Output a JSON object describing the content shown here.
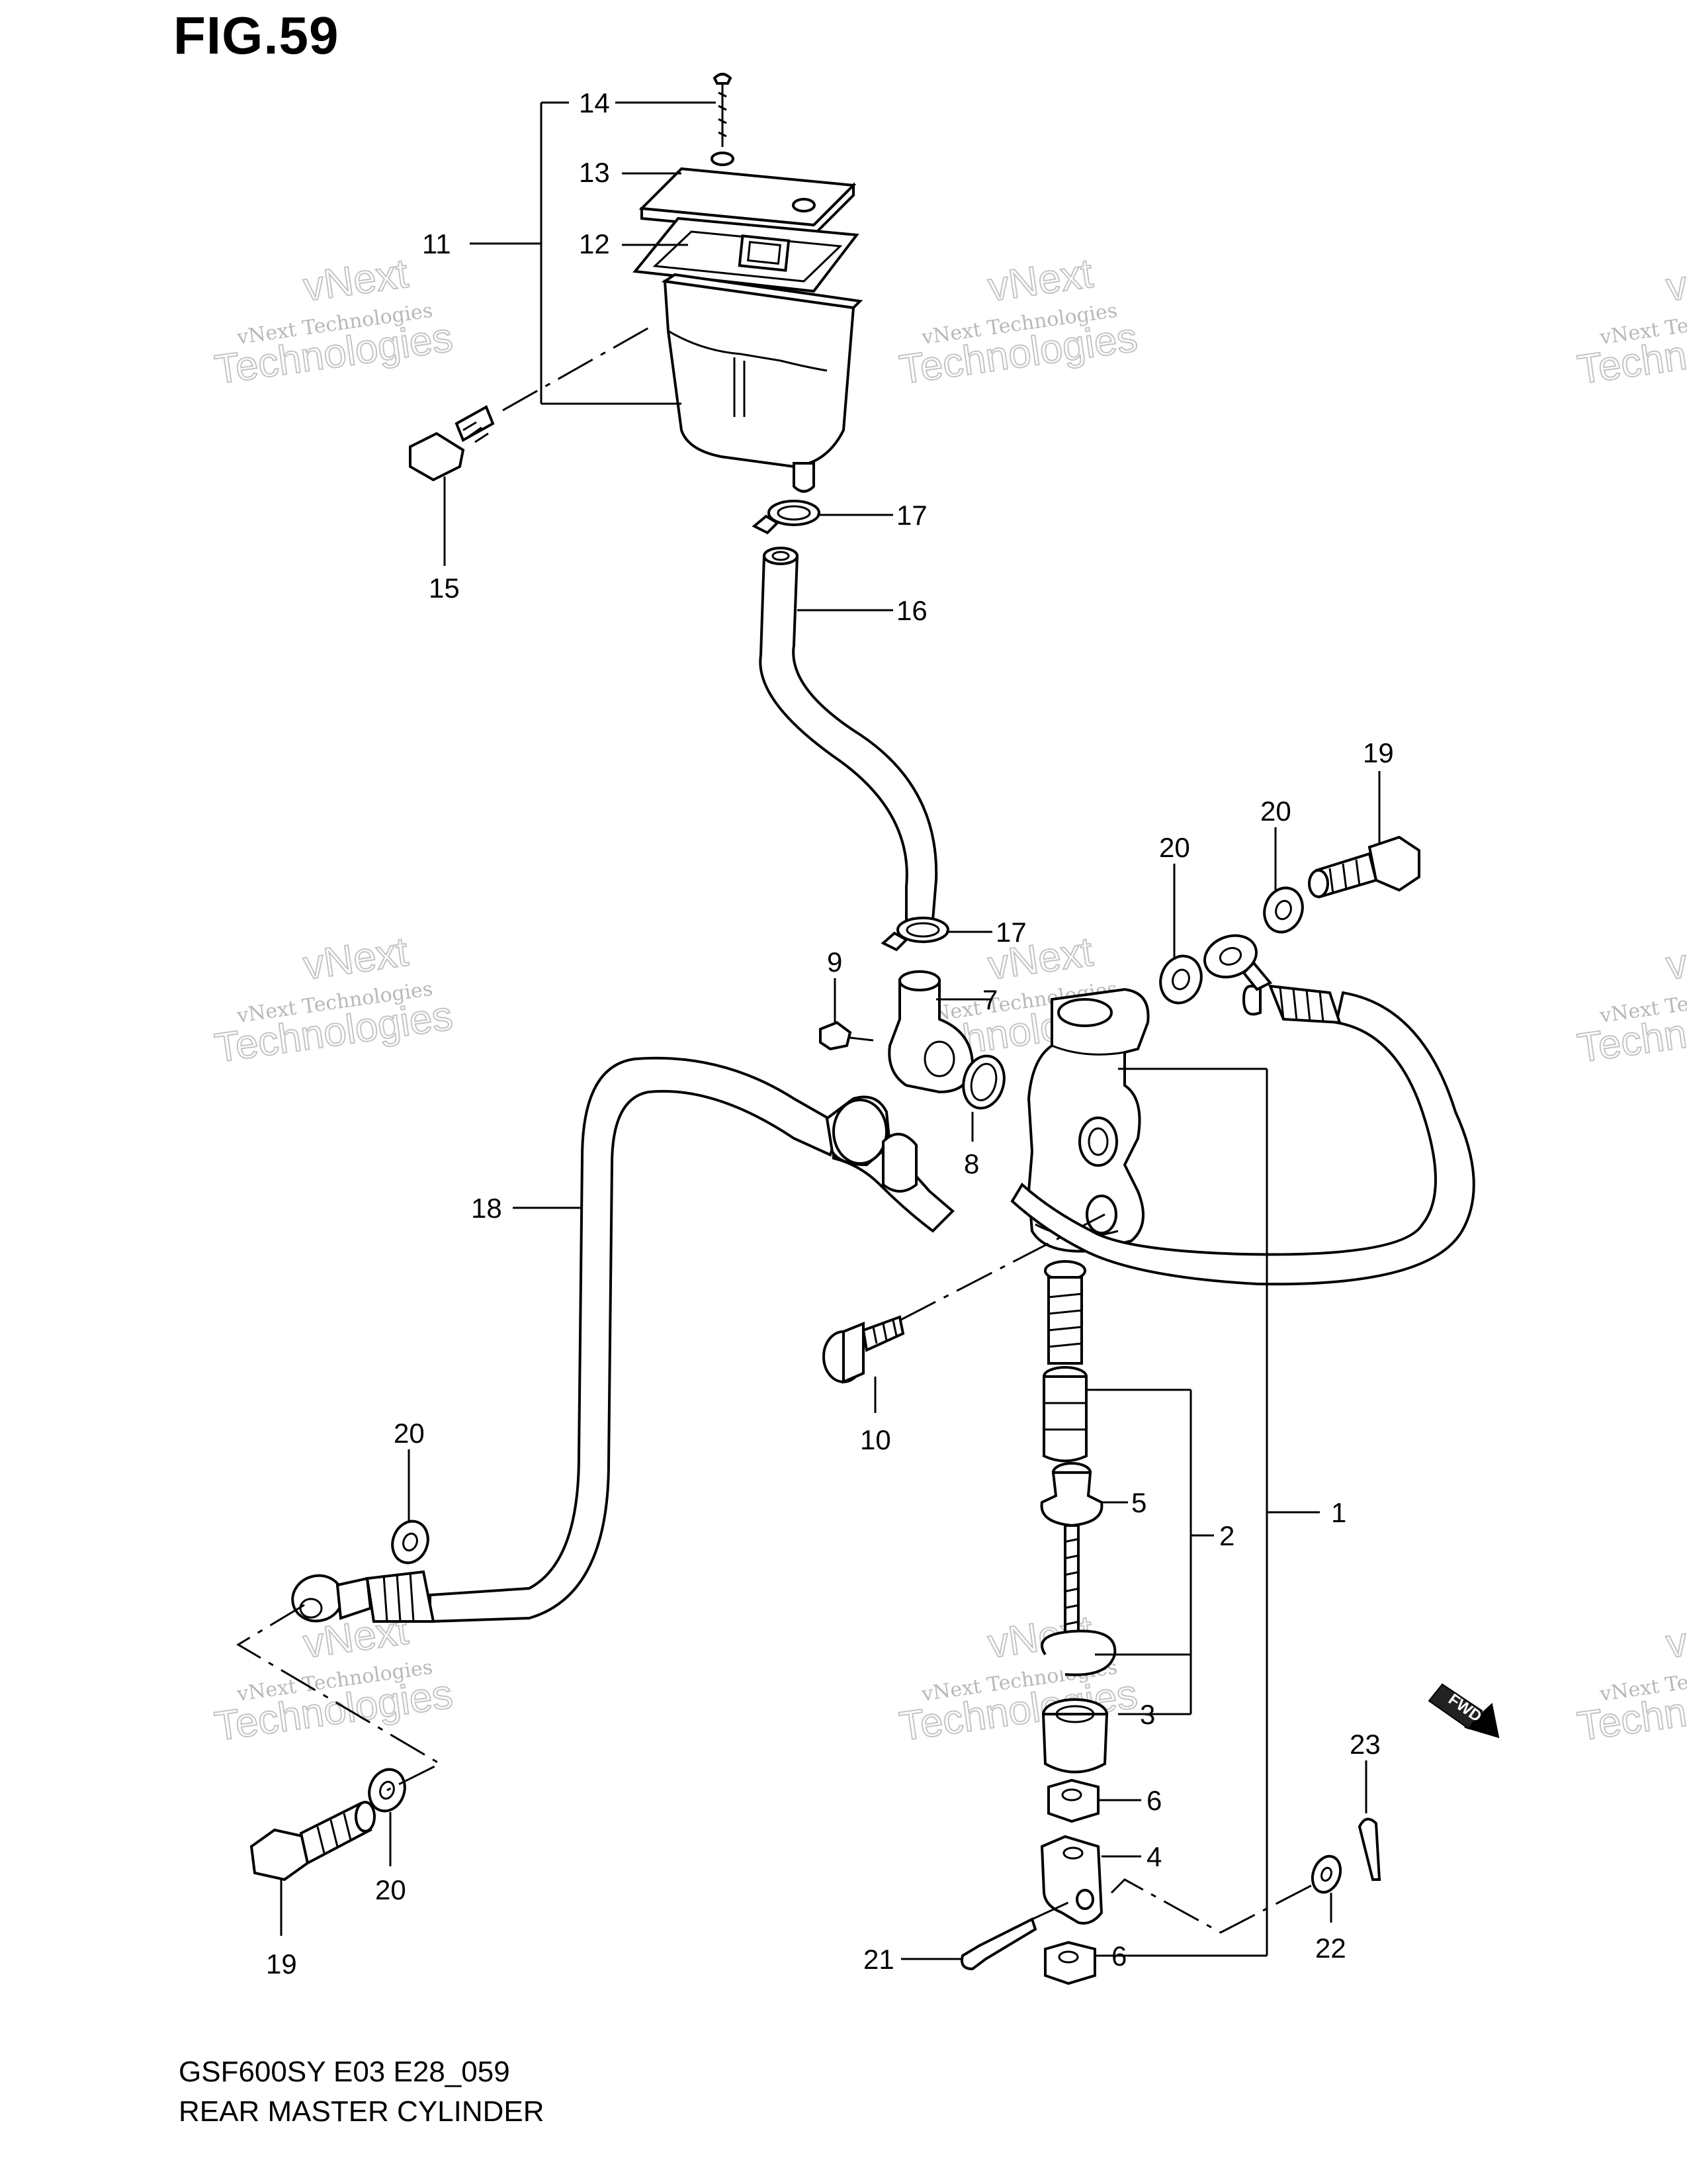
{
  "figure": {
    "title": "FIG.59",
    "model_code": "GSF600SY  E03  E28_059",
    "diagram_name": "REAR MASTER CYLINDER"
  },
  "watermark": {
    "line1": "vNext Technologies",
    "line2": "Technologies",
    "line3": "vNext"
  },
  "fwd_label": "FWD",
  "callouts": {
    "c1": "1",
    "c2": "2",
    "c3": "3",
    "c4": "4",
    "c5": "5",
    "c6a": "6",
    "c6b": "6",
    "c7": "7",
    "c8": "8",
    "c9": "9",
    "c10": "10",
    "c11": "11",
    "c12": "12",
    "c13": "13",
    "c14": "14",
    "c15": "15",
    "c16": "16",
    "c17a": "17",
    "c17b": "17",
    "c18": "18",
    "c19a": "19",
    "c19b": "19",
    "c20a": "20",
    "c20b": "20",
    "c20c": "20",
    "c20d": "20",
    "c21": "21",
    "c22": "22",
    "c23": "23"
  }
}
